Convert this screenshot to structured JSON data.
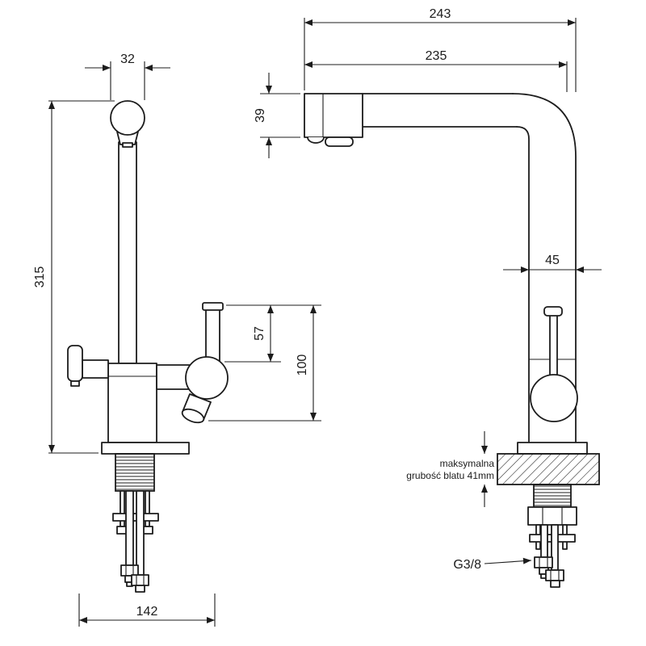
{
  "drawing": {
    "front": {
      "top_width": "32",
      "total_height": "315",
      "side_spout_drop": "57",
      "side_spout_height": "100",
      "base_width": "142"
    },
    "side": {
      "total_depth": "243",
      "spout_reach": "235",
      "spout_head_height": "39",
      "column_width": "45",
      "counter_note_line1": "maksymalna",
      "counter_note_line2": "grubość blatu 41mm",
      "thread_size": "G3/8"
    },
    "colors": {
      "ink": "#1c1c1c",
      "background": "#ffffff"
    }
  }
}
